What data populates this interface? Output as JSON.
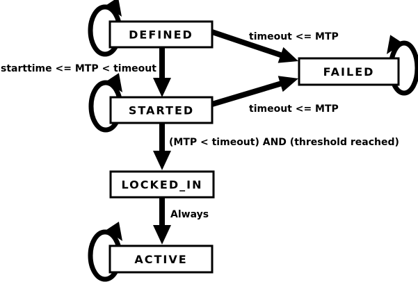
{
  "diagram": {
    "type": "state-machine",
    "background_color": "#ffffff",
    "line_color": "#000000",
    "nodes": [
      {
        "id": "defined",
        "label": "DEFINED",
        "has_self_loop": true
      },
      {
        "id": "failed",
        "label": "FAILED",
        "has_self_loop": true
      },
      {
        "id": "started",
        "label": "STARTED",
        "has_self_loop": true
      },
      {
        "id": "locked_in",
        "label": "LOCKED_IN",
        "has_self_loop": false
      },
      {
        "id": "active",
        "label": "ACTIVE",
        "has_self_loop": true
      }
    ],
    "edges": [
      {
        "from": "defined",
        "to": "failed",
        "label": "timeout <= MTP"
      },
      {
        "from": "defined",
        "to": "started",
        "label": "starttime <= MTP < timeout"
      },
      {
        "from": "started",
        "to": "failed",
        "label": "timeout <= MTP"
      },
      {
        "from": "started",
        "to": "locked_in",
        "label": "(MTP < timeout) AND (threshold reached)"
      },
      {
        "from": "locked_in",
        "to": "active",
        "label": "Always"
      }
    ]
  }
}
